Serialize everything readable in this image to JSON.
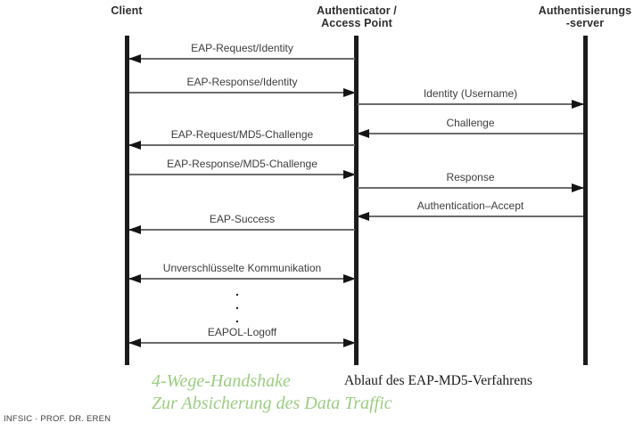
{
  "diagram": {
    "actors": [
      {
        "id": "client",
        "lines": [
          "Client",
          ""
        ]
      },
      {
        "id": "authenticator",
        "lines": [
          "Authenticator /",
          "Access Point"
        ]
      },
      {
        "id": "auth_server",
        "lines": [
          "Authentisierungs",
          "-server"
        ]
      }
    ],
    "messages": [
      {
        "label": "EAP-Request/Identity",
        "from": "authenticator",
        "to": "client",
        "arrow": "left"
      },
      {
        "label": "EAP-Response/Identity",
        "from": "client",
        "to": "authenticator",
        "arrow": "right"
      },
      {
        "label": "Identity (Username)",
        "from": "authenticator",
        "to": "auth_server",
        "arrow": "right"
      },
      {
        "label": "Challenge",
        "from": "auth_server",
        "to": "authenticator",
        "arrow": "left"
      },
      {
        "label": "EAP-Request/MD5-Challenge",
        "from": "authenticator",
        "to": "client",
        "arrow": "left"
      },
      {
        "label": "EAP-Response/MD5-Challenge",
        "from": "client",
        "to": "authenticator",
        "arrow": "right"
      },
      {
        "label": "Response",
        "from": "authenticator",
        "to": "auth_server",
        "arrow": "right"
      },
      {
        "label": "Authentication–Accept",
        "from": "auth_server",
        "to": "authenticator",
        "arrow": "left"
      },
      {
        "label": "EAP-Success",
        "from": "authenticator",
        "to": "client",
        "arrow": "left"
      },
      {
        "label": "Unverschlüsselte Kommunikation",
        "from": "client",
        "to": "authenticator",
        "arrow": "both"
      },
      {
        "label": "EAPOL-Logoff",
        "from": "client",
        "to": "authenticator",
        "arrow": "both"
      }
    ],
    "continuation_dots": ".\n.\n.",
    "caption": "Ablauf des EAP-MD5-Verfahrens"
  },
  "annotation": {
    "line1": "4-Wege-Handshake",
    "line2": "Zur Absicherung des Data Traffic"
  },
  "footer": "INFSIC · PROF. DR. EREN",
  "colors": {
    "lifeline": "#1c1c1c",
    "arrow_line": "#6b6b6b",
    "arrowhead": "#141414",
    "label_text": "#3d3d3d",
    "annotation_green": "#9bcd81",
    "background": "#ffffff"
  }
}
